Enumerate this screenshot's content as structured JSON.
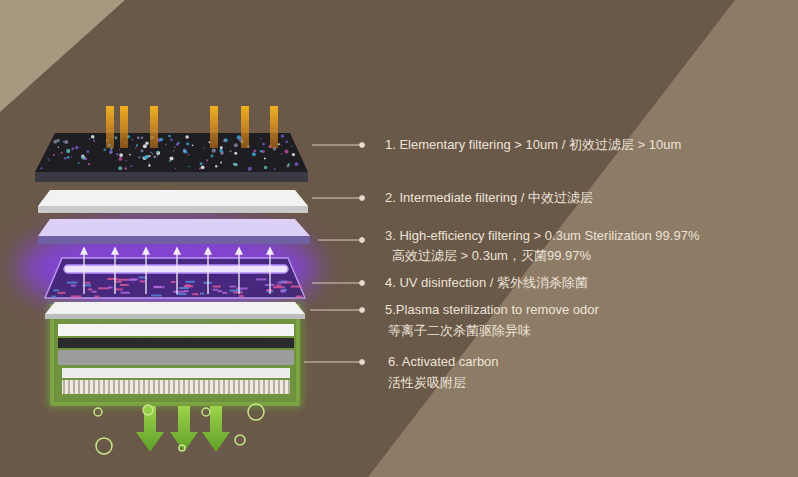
{
  "diagram": {
    "labels": [
      "1. Elementary filtering > 10um / 初效过滤层 > 10um",
      "2. Intermediate filtering / 中效过滤层",
      "3. High-efficiency filtering > 0.3um Sterilization 99.97%",
      "高效过滤层 > 0.3um，灭菌99.97%",
      "4. UV disinfection / 紫外线消杀除菌",
      "5.Plasma sterilization to remove odor",
      "等离子二次杀菌驱除异味",
      "6. Activated carbon",
      "活性炭吸附层"
    ]
  }
}
